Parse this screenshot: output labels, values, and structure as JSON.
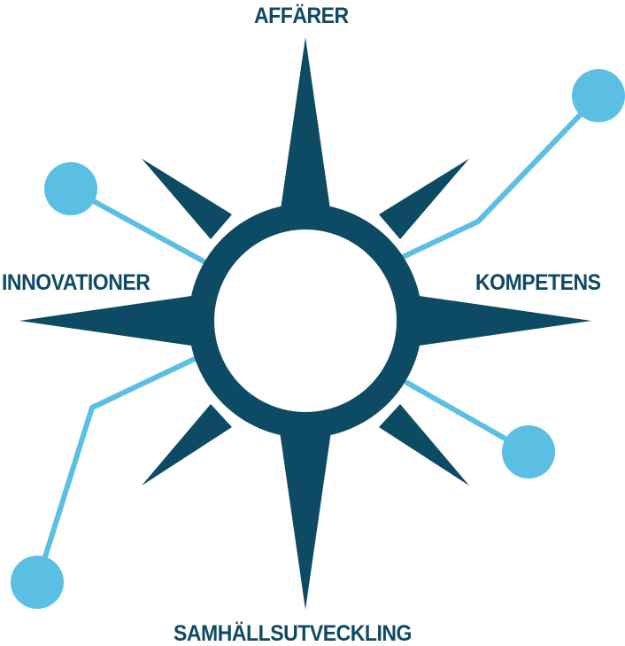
{
  "labels": {
    "top": "AFFÄRER",
    "left": "INNOVATIONER",
    "right": "KOMPETENS",
    "bottom": "SAMHÄLLSUTVECKLING"
  },
  "colors": {
    "compass": "#0d4a63",
    "connector": "#5bbfe4",
    "center": "#ffffff"
  }
}
